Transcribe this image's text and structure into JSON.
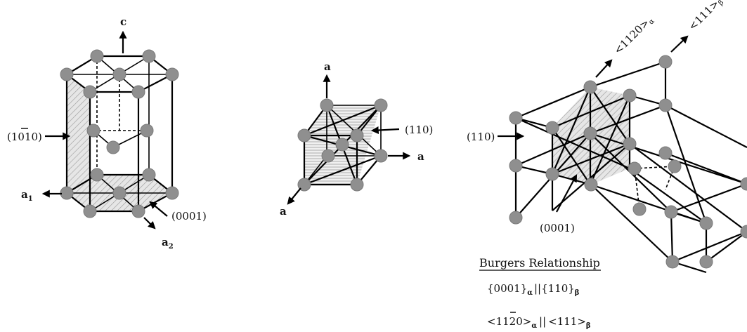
{
  "hcp": {
    "axis_c": "c",
    "axis_a1": "a",
    "axis_a1_sub": "1",
    "axis_a2": "a",
    "axis_a2_sub": "2",
    "plane_prism": "(1010)",
    "plane_basal": "(0001)"
  },
  "bcc": {
    "axis_top": "a",
    "axis_right": "a",
    "axis_bottom": "a",
    "plane": "(110)"
  },
  "combined": {
    "plane_110": "(110)",
    "plane_0001": "(0001)",
    "dir_alpha": "<1120>",
    "dir_alpha_sub": "α",
    "dir_beta": "<111>",
    "dir_beta_sub": "β"
  },
  "burgers": {
    "title": "Burgers Relationship",
    "rel1_left": "{0001}",
    "rel1_left_sub": "α",
    "rel1_sep": "||",
    "rel1_right": "{110}",
    "rel1_right_sub": "β",
    "rel2_left": "<1120>",
    "rel2_left_sub": "α",
    "rel2_sep": "||",
    "rel2_right": "<111>",
    "rel2_right_sub": "β"
  }
}
